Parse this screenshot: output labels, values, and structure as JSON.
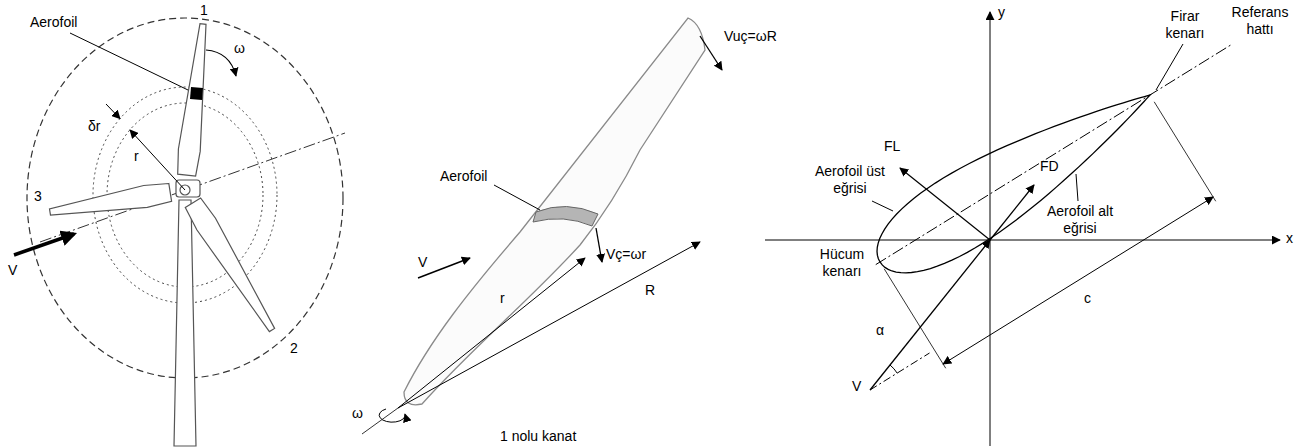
{
  "diagram": {
    "labels": [
      "Aerofoil",
      "1",
      "ω",
      "δr",
      "r",
      "3",
      "V",
      "2",
      "Aerofoil",
      "Vuç=ωR",
      "V",
      "Vç=ωr",
      "r",
      "R",
      "ω",
      "1 nolu kanat",
      "y",
      "FL",
      "Firar kenarı",
      "Referans hattı",
      "Aerofoil alt eğrisi",
      "FD",
      "Aerofoil üst eğrisi",
      "x",
      "Hücum kenarı",
      "α",
      "c",
      "V"
    ]
  }
}
